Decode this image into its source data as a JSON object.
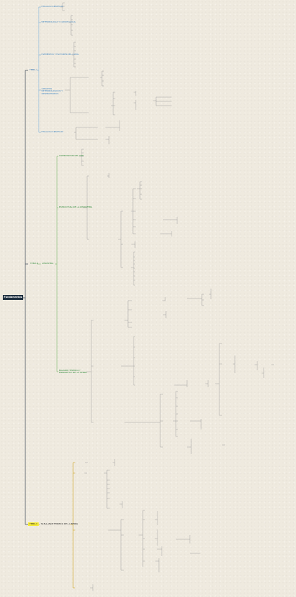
{
  "root": {
    "label": "Fundamentos"
  },
  "colors": {
    "root": "#1f3040",
    "tema1": "#6fa8d6",
    "tema2": "#78b86a",
    "tema3": "#f4ea3a"
  },
  "tema1": {
    "label": "TEMA 1",
    "branches": [
      {
        "label": "ESCALAS CLIMATICAS"
      },
      {
        "label": "METEOROLOGIA Y CLIMATOLOGIA"
      },
      {
        "label": "ELEMENTOS Y FACTORES DEL CLIMA"
      },
      {
        "label": "APARATOS METEOROLOGICOS Y OBSERVATORIOS"
      },
      {
        "label": "ESCALAS CLIMATICAS"
      }
    ]
  },
  "tema2": {
    "label": "TEMA 2",
    "tag": "ATMOSFERA",
    "branches": [
      {
        "label": "COMPOSICION DEL AIRE"
      },
      {
        "label": "ESTRUCTURA DE LA ATMOSFERA"
      },
      {
        "label": "BALANCE TERMICO Y ENERGETICO DE LA TIERRA"
      }
    ]
  },
  "tema3": {
    "label": "TEMA 3",
    "branches": [
      {
        "label": "EL BALANCE TERMICO DE LA TIERRA"
      }
    ]
  }
}
